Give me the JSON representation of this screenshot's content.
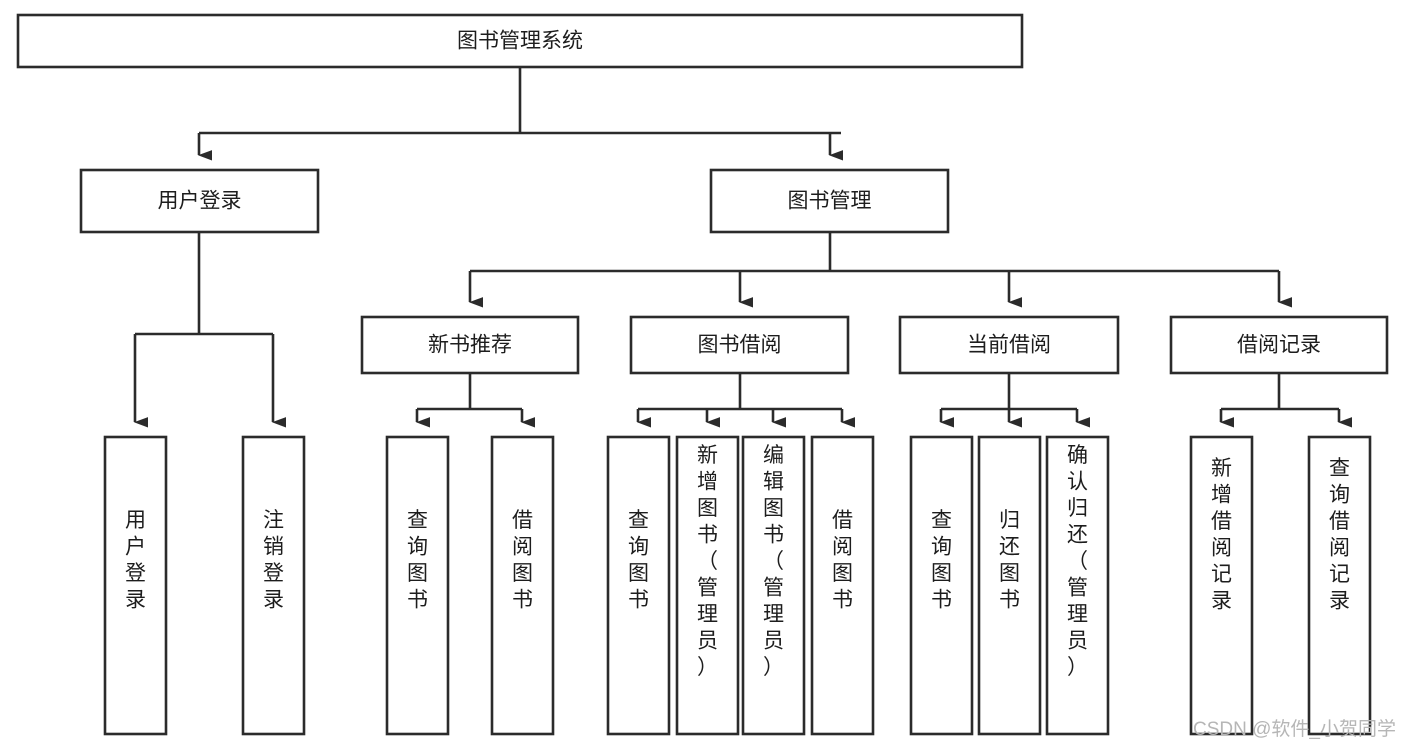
{
  "diagram": {
    "title": "图书管理系统",
    "type": "tree-hierarchy-chart",
    "orientation": "top-down",
    "colors": {
      "stroke": "#2b2b2b",
      "fill": "#ffffff",
      "text": "#1d1d1d",
      "watermark": "#b6b6b6",
      "background": "#ffffff"
    },
    "root": {
      "label": "图书管理系统"
    },
    "level2": [
      {
        "id": "user-login",
        "label": "用户登录"
      },
      {
        "id": "book-management",
        "label": "图书管理"
      }
    ],
    "level3": [
      {
        "id": "new-book-recommend",
        "label": "新书推荐",
        "parent": "book-management"
      },
      {
        "id": "book-borrow",
        "label": "图书借阅",
        "parent": "book-management"
      },
      {
        "id": "current-borrow",
        "label": "当前借阅",
        "parent": "book-management"
      },
      {
        "id": "borrow-record",
        "label": "借阅记录",
        "parent": "book-management"
      }
    ],
    "leaves": {
      "user-login": [
        {
          "id": "leaf-user-login",
          "label": "用户登录"
        },
        {
          "id": "leaf-logout-login",
          "label": "注销登录"
        }
      ],
      "new-book-recommend": [
        {
          "id": "leaf-query-book-1",
          "label": "查询图书"
        },
        {
          "id": "leaf-borrow-book-1",
          "label": "借阅图书"
        }
      ],
      "book-borrow": [
        {
          "id": "leaf-query-book-2",
          "label": "查询图书"
        },
        {
          "id": "leaf-add-book",
          "label": "新增图书（管理员）"
        },
        {
          "id": "leaf-edit-book",
          "label": "编辑图书（管理员）"
        },
        {
          "id": "leaf-borrow-book-2",
          "label": "借阅图书"
        }
      ],
      "current-borrow": [
        {
          "id": "leaf-query-book-3",
          "label": "查询图书"
        },
        {
          "id": "leaf-return-book",
          "label": "归还图书"
        },
        {
          "id": "leaf-confirm-return",
          "label": "确认归还（管理员）"
        }
      ],
      "borrow-record": [
        {
          "id": "leaf-add-record",
          "label": "新增借阅记录"
        },
        {
          "id": "leaf-query-record",
          "label": "查询借阅记录"
        }
      ]
    }
  },
  "watermark": {
    "text": "CSDN @软件_小贺同学"
  }
}
